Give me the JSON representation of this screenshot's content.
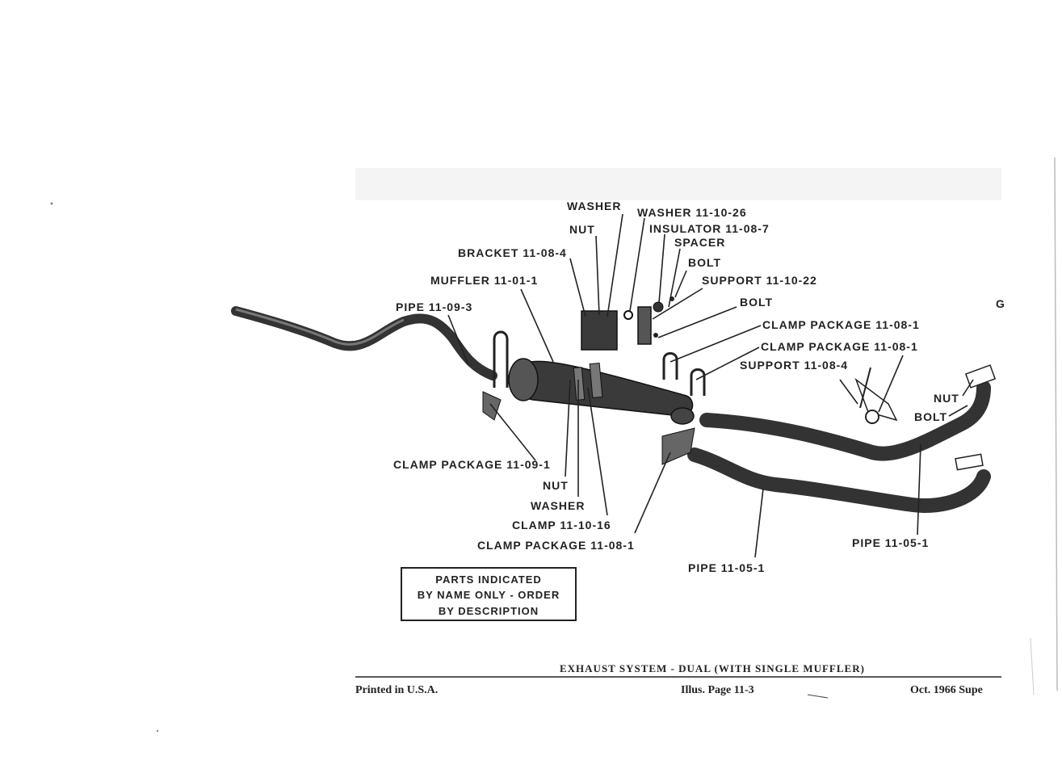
{
  "labels": {
    "washer_top": "WASHER",
    "washer_11_10_26": "WASHER 11-10-26",
    "nut_top": "NUT",
    "insulator": "INSULATOR 11-08-7",
    "spacer": "SPACER",
    "bracket": "BRACKET 11-08-4",
    "bolt_top": "BOLT",
    "muffler": "MUFFLER 11-01-1",
    "support_11_10_22": "SUPPORT 11-10-22",
    "pipe_11_09_3": "PIPE 11-09-3",
    "bolt_mid": "BOLT",
    "clamp_pkg_1": "CLAMP PACKAGE 11-08-1",
    "clamp_pkg_2": "CLAMP PACKAGE 11-08-1",
    "support_11_08_4": "SUPPORT 11-08-4",
    "nut_right": "NUT",
    "bolt_right": "BOLT",
    "clamp_pkg_11_09_1": "CLAMP PACKAGE 11-09-1",
    "nut_bottom": "NUT",
    "washer_bottom": "WASHER",
    "clamp_11_10_16": "CLAMP 11-10-16",
    "clamp_pkg_bottom": "CLAMP PACKAGE 11-08-1",
    "pipe_11_05_1_center": "PIPE 11-05-1",
    "pipe_11_05_1_right": "PIPE 11-05-1",
    "edge_g": "G"
  },
  "notice": {
    "line1": "PARTS INDICATED",
    "line2": "BY NAME ONLY - ORDER",
    "line3": "BY DESCRIPTION"
  },
  "footer": {
    "caption": "EXHAUST SYSTEM - DUAL (WITH SINGLE MUFFLER)",
    "printed": "Printed in U.S.A.",
    "page": "Illus. Page 11-3",
    "date": "Oct. 1966 Supe"
  }
}
